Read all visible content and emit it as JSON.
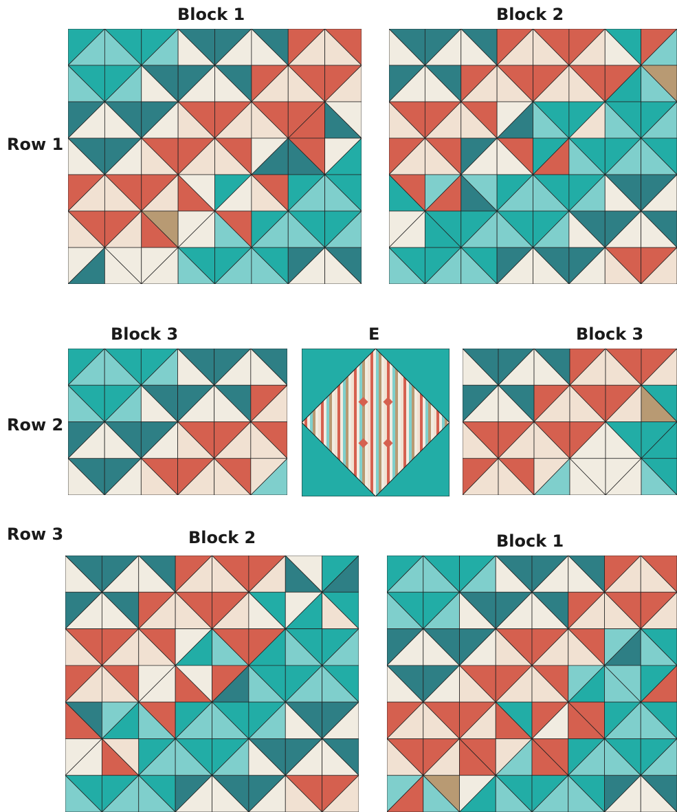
{
  "labels": {
    "row1": "Row 1",
    "row2": "Row 2",
    "row3": "Row 3",
    "r1_left": "Block 1",
    "r1_right": "Block 2",
    "r2_left": "Block 3",
    "r2_center": "E",
    "r2_right": "Block 3",
    "r3_left": "Block 2",
    "r3_right": "Block 1"
  },
  "colors": {
    "teal": "#22ada6",
    "dark_teal": "#2e7f85",
    "light_teal": "#7fcfcc",
    "coral": "#d5604f",
    "cream": "#f1ece1",
    "blush": "#f1e1d2",
    "tan": "#b89a73",
    "outline": "#222222"
  }
}
